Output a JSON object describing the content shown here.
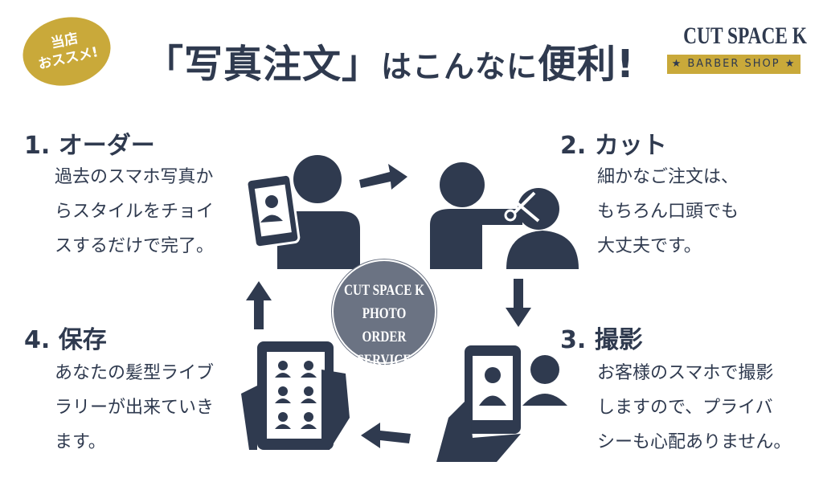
{
  "badge": {
    "line1": "当店",
    "line2": "おススメ!"
  },
  "title": {
    "part1": "「写真注文」",
    "part2": "はこんなに",
    "part3": "便利!"
  },
  "logo": {
    "name": "CUT SPACE K",
    "tagline": "★ BARBER SHOP ★"
  },
  "center_seal": {
    "line1": "CUT SPACE K",
    "line2": "PHOTO ORDER",
    "line3": "SERVICE"
  },
  "steps": [
    {
      "heading": "1. オーダー",
      "lines": [
        "過去のスマホ写真か",
        "らスタイルをチョイ",
        "スするだけで完了。"
      ]
    },
    {
      "heading": "2. カット",
      "lines": [
        "細かなご注文は、",
        "もちろん口頭でも",
        "大丈夫です。"
      ]
    },
    {
      "heading": "3. 撮影",
      "lines": [
        "お客様のスマホで撮影",
        "しますので、プライバ",
        "シーも心配ありません。"
      ]
    },
    {
      "heading": "4. 保存",
      "lines": [
        "あなたの髪型ライブ",
        "ラリーが出来ていき",
        "ます。"
      ]
    }
  ],
  "colors": {
    "navy": "#2f3a4f",
    "gold": "#c9a93a",
    "seal": "#6b7383"
  }
}
